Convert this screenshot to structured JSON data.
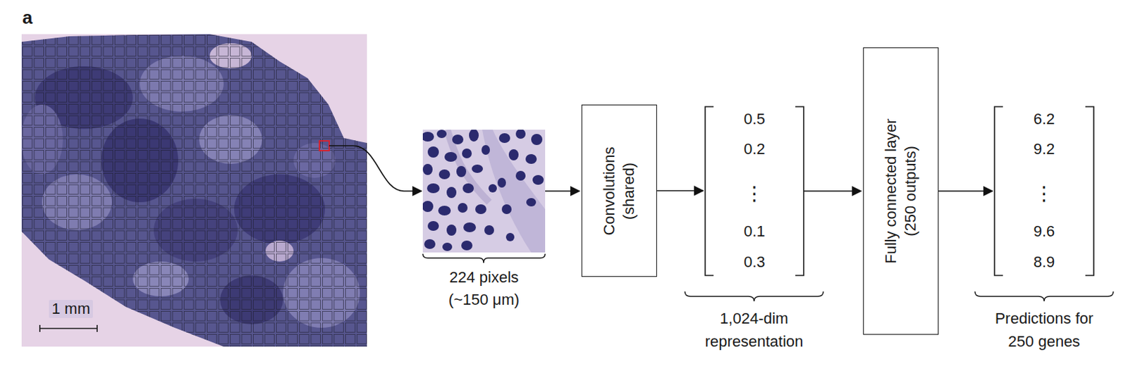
{
  "diagram": {
    "nodes": [
      {
        "text": [
          "224 pixels (~150 μm)"
        ]
      },
      {
        "text": [
          "Convolutions (shared)"
        ]
      },
      {
        "text": [
          "0.5",
          "0.2",
          "⋮",
          "0.1",
          "0.3",
          "1,024-dim representation"
        ]
      },
      {
        "text": [
          "Fully connected layer (250 outputs)"
        ]
      },
      {
        "text": [
          "6.2",
          "9.2",
          "⋮",
          "9.6",
          "8.9",
          "Predictions for 250 genes"
        ]
      }
    ],
    "edges": [
      {
        "from": 0,
        "to": 1,
        "arrow": "to"
      },
      {
        "from": 1,
        "to": 2,
        "arrow": "to"
      },
      {
        "from": 2,
        "to": 3,
        "arrow": "to"
      },
      {
        "from": 3,
        "to": 4,
        "arrow": "to"
      }
    ],
    "labels": [
      "a",
      "1 mm"
    ]
  }
}
